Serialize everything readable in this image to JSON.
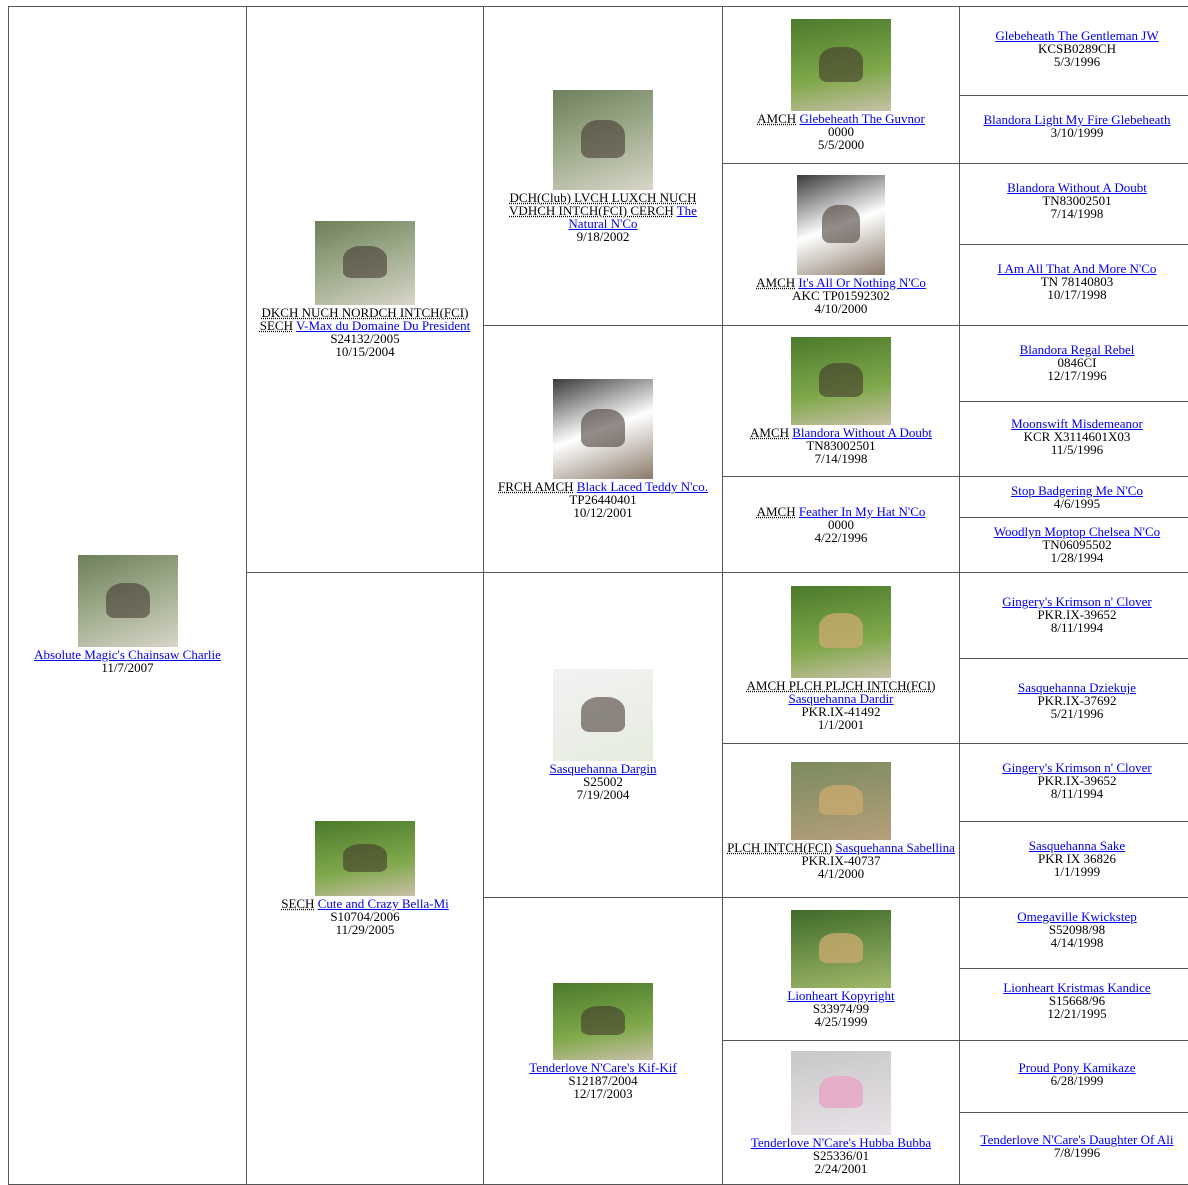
{
  "d0": {
    "name": "Absolute Magic's Chainsaw Charlie",
    "date": "11/7/2007"
  },
  "d1": {
    "title": "DKCH NUCH NORDCH INTCH(FCI) SECH",
    "name": "V-Max du Domaine Du President",
    "reg": "S24132/2005",
    "date": "10/15/2004"
  },
  "d2": {
    "title": "SECH",
    "name": "Cute and Crazy Bella-Mi",
    "reg": "S10704/2006",
    "date": "11/29/2005"
  },
  "d3a": {
    "title": "DCH(Club) LVCH LUXCH NUCH VDHCH INTCH(FCI) CERCH",
    "name": "The Natural N'Co",
    "date": "9/18/2002"
  },
  "d3b": {
    "title": "FRCH AMCH",
    "name": "Black Laced Teddy N'co.",
    "reg": "TP26440401",
    "date": "10/12/2001"
  },
  "d3c": {
    "name": "Sasquehanna Dargin",
    "reg": "S25002",
    "date": "7/19/2004"
  },
  "d3d": {
    "name": "Tenderlove N'Care's Kif-Kif",
    "reg": "S12187/2004",
    "date": "12/17/2003"
  },
  "d4a": {
    "title": "AMCH",
    "name": "Glebeheath The Guvnor",
    "reg": "0000",
    "date": "5/5/2000"
  },
  "d4b": {
    "title": "AMCH",
    "name": "It's All Or Nothing N'Co",
    "reg": "AKC TP01592302",
    "date": "4/10/2000"
  },
  "d4c": {
    "title": "AMCH",
    "name": "Blandora Without A Doubt",
    "reg": "TN83002501",
    "date": "7/14/1998"
  },
  "d4d": {
    "title": "AMCH",
    "name": "Feather In My Hat N'Co",
    "reg": "0000",
    "date": "4/22/1996"
  },
  "d4e": {
    "title": "AMCH PLCH PLJCH INTCH(FCI)",
    "name": "Sasquehanna Dardir",
    "reg": "PKR.IX-41492",
    "date": "1/1/2001"
  },
  "d4f": {
    "title": "PLCH INTCH(FCI)",
    "name": "Sasquehanna Sabellina",
    "reg": "PKR.IX-40737",
    "date": "4/1/2000"
  },
  "d4g": {
    "name": "Lionheart Kopyright",
    "reg": "S33974/99",
    "date": "4/25/1999"
  },
  "d4h": {
    "name": "Tenderlove N'Care's Hubba Bubba",
    "reg": "S25336/01",
    "date": "2/24/2001"
  },
  "g": [
    {
      "name": "Glebeheath The Gentleman JW",
      "reg": "KCSB0289CH",
      "date": "5/3/1996"
    },
    {
      "name": "Blandora Light My Fire Glebeheath",
      "date": "3/10/1999"
    },
    {
      "name": "Blandora Without A Doubt",
      "reg": "TN83002501",
      "date": "7/14/1998"
    },
    {
      "name": "I Am All That And More N'Co",
      "reg": "TN 78140803",
      "date": "10/17/1998"
    },
    {
      "name": "Blandora Regal Rebel",
      "reg": "0846CI",
      "date": "12/17/1996"
    },
    {
      "name": "Moonswift Misdemeanor",
      "reg": "KCR X3114601X03",
      "date": "11/5/1996"
    },
    {
      "name": "Stop Badgering Me N'Co",
      "date": "4/6/1995"
    },
    {
      "name": "Woodlyn Moptop Chelsea N'Co",
      "reg": "TN06095502",
      "date": "1/28/1994"
    },
    {
      "name": "Gingery's Krimson n' Clover",
      "reg": "PKR.IX-39652",
      "date": "8/11/1994"
    },
    {
      "name": "Sasquehanna Dziekuje",
      "reg": "PKR.IX-37692",
      "date": "5/21/1996"
    },
    {
      "name": "Gingery's Krimson n' Clover",
      "reg": "PKR.IX-39652",
      "date": "8/11/1994"
    },
    {
      "name": "Sasquehanna Sake",
      "reg": "PKR IX 36826",
      "date": "1/1/1999"
    },
    {
      "name": "Omegaville Kwickstep",
      "reg": "S52098/98",
      "date": "4/14/1998"
    },
    {
      "name": "Lionheart Kristmas Kandice",
      "reg": "S15668/96",
      "date": "12/21/1995"
    },
    {
      "name": "Proud Pony Kamikaze",
      "date": "6/28/1999"
    },
    {
      "name": "Tenderlove N'Care's Daughter Of Ali",
      "date": "7/8/1996"
    }
  ]
}
